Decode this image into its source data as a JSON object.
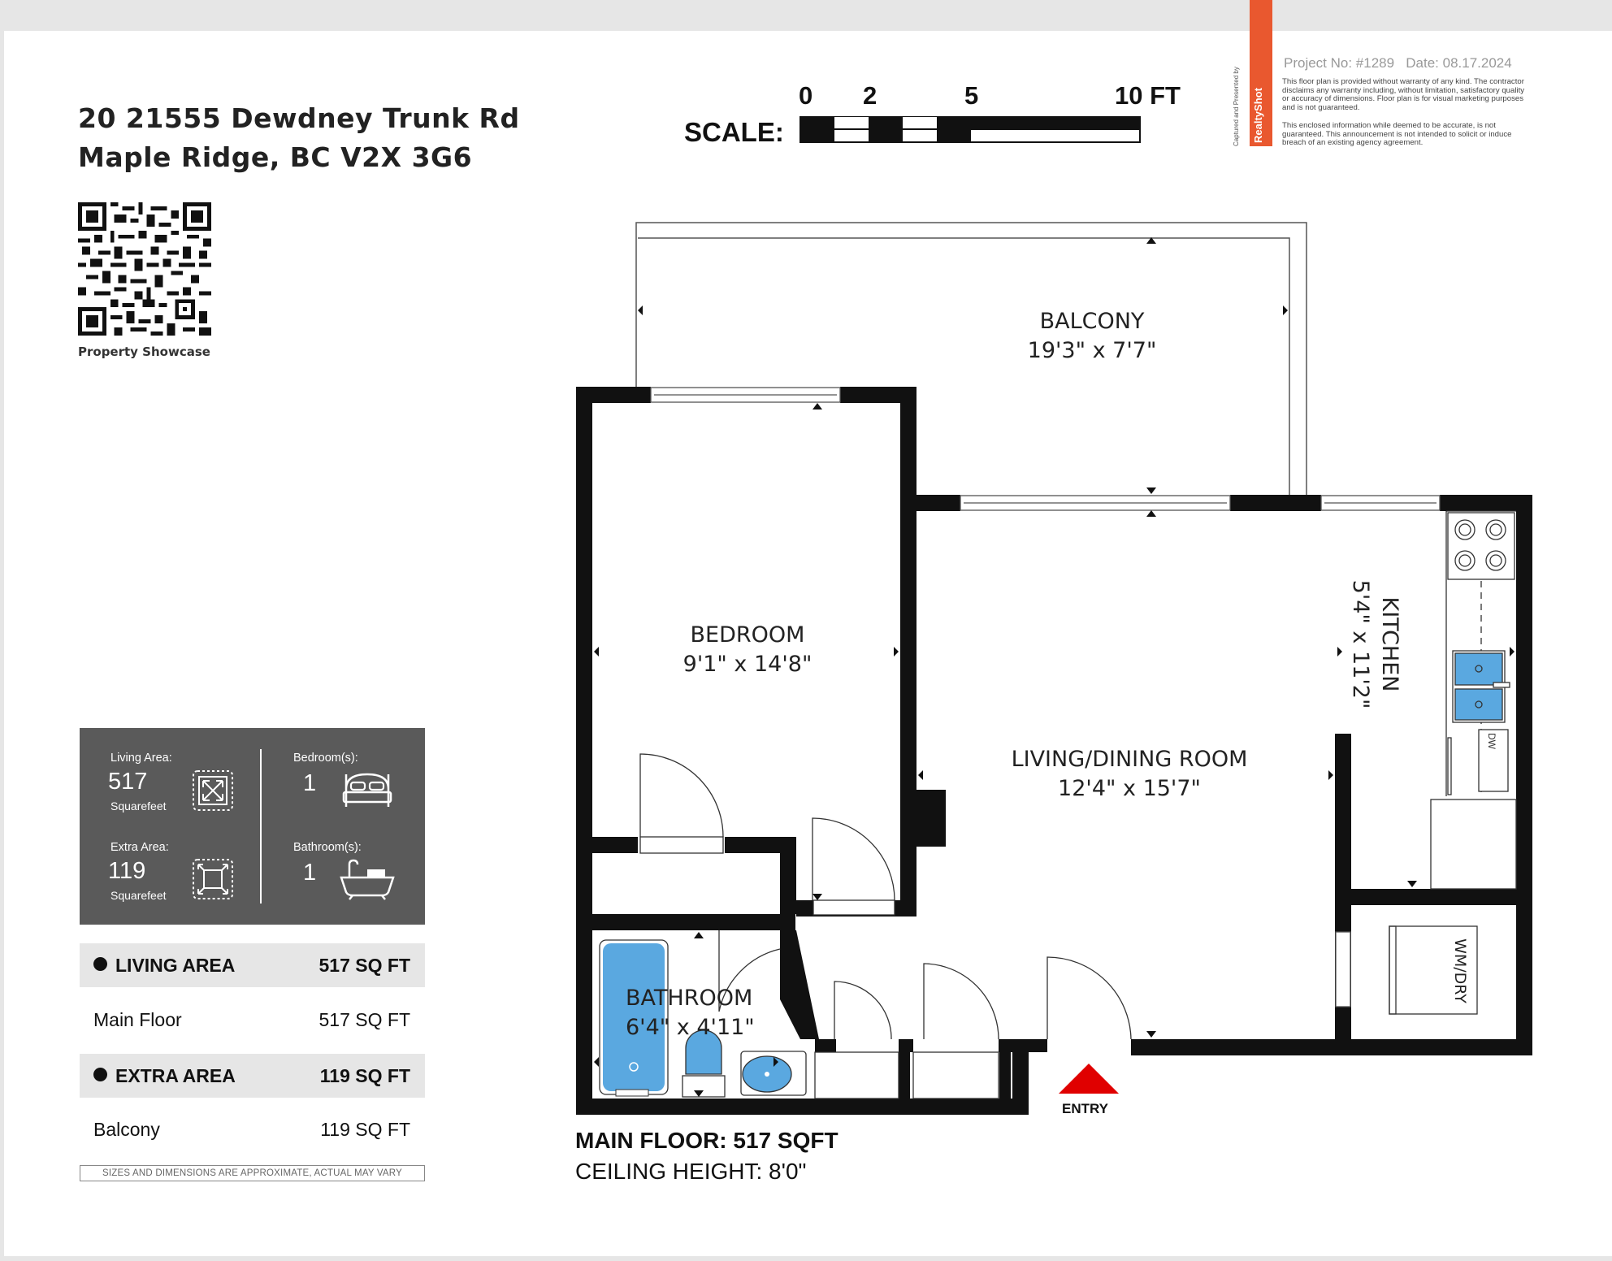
{
  "header": {
    "address_line1": "20 21555 Dewdney Trunk Rd",
    "address_line2": "Maple Ridge, BC V2X 3G6",
    "qr_caption": "Property Showcase"
  },
  "scale": {
    "label": "SCALE:",
    "ticks": [
      "0",
      "2",
      "5",
      "10 FT"
    ]
  },
  "branding": {
    "captured_by": "Captured and Presented by",
    "brand_name": "RealtyShot",
    "project": "Project No: #1289",
    "date": "Date: 08.17.2024",
    "disclaimer1_l1": "This floor plan is provided without warranty of any kind. The contractor",
    "disclaimer1_l2": "disclaims any warranty including, without limitation, satisfactory quality",
    "disclaimer1_l3": "or accuracy of dimensions. Floor plan is for visual marketing purposes",
    "disclaimer1_l4": "and is not guaranteed.",
    "disclaimer2_l1": "This enclosed information while deemed to be accurate, is not",
    "disclaimer2_l2": "guaranteed. This announcement is not intended to solicit or induce",
    "disclaimer2_l3": "breach of an existing agency agreement."
  },
  "stats": {
    "living_label": "Living Area:",
    "living_value": "517",
    "living_unit": "Squarefeet",
    "extra_label": "Extra Area:",
    "extra_value": "119",
    "extra_unit": "Squarefeet",
    "bedrooms_label": "Bedroom(s):",
    "bedrooms_value": "1",
    "bathrooms_label": "Bathroom(s):",
    "bathrooms_value": "1"
  },
  "area_table": {
    "living_header": "LIVING AREA",
    "living_total": "517 SQ FT",
    "main_floor_label": "Main Floor",
    "main_floor_value": "517 SQ FT",
    "extra_header": "EXTRA AREA",
    "extra_total": "119 SQ FT",
    "balcony_label": "Balcony",
    "balcony_value": "119 SQ FT"
  },
  "note": "SIZES AND DIMENSIONS ARE APPROXIMATE, ACTUAL MAY VARY",
  "rooms": {
    "balcony_name": "BALCONY",
    "balcony_dim": "19'3\" x 7'7\"",
    "bedroom_name": "BEDROOM",
    "bedroom_dim": "9'1\" x 14'8\"",
    "living_name": "LIVING/DINING ROOM",
    "living_dim": "12'4\" x 15'7\"",
    "kitchen_name": "KITCHEN",
    "kitchen_dim": "5'4\" x 11'2\"",
    "bathroom_name": "BATHROOM",
    "bathroom_dim": "6'4\" x 4'11\"",
    "laundry": "WM/DRY",
    "dishwasher": "DW"
  },
  "entry_label": "ENTRY",
  "footer": {
    "main_floor": "MAIN FLOOR: 517 SQFT",
    "ceiling": "CEILING HEIGHT: 8'0\""
  }
}
